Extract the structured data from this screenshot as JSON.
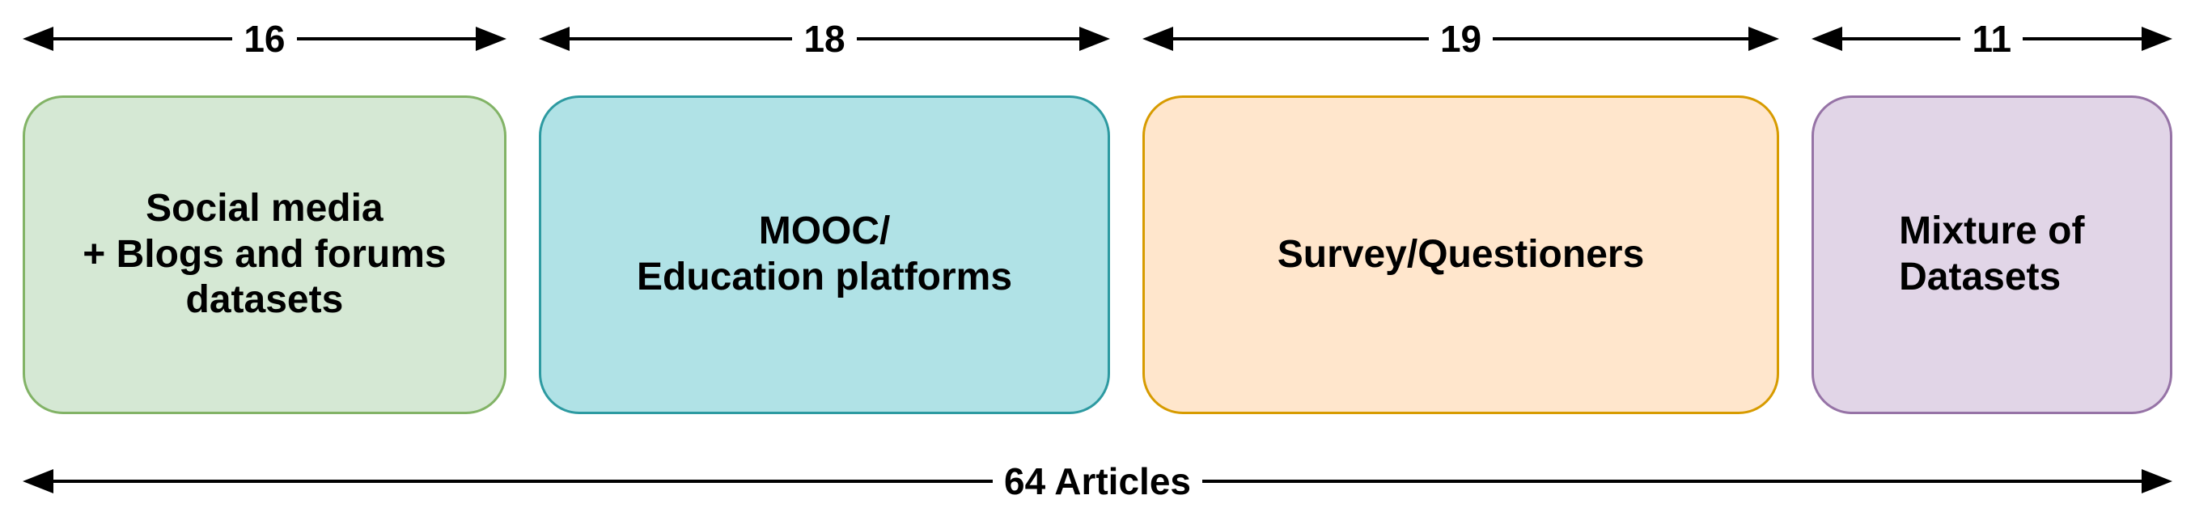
{
  "diagram": {
    "background_color": "#ffffff",
    "line_color": "#000000",
    "text_color": "#000000",
    "total_arrow": {
      "label": "64 Articles"
    },
    "groups": [
      {
        "id": "social-media",
        "count": "16",
        "lines": [
          "Social media",
          "+ Blogs and forums",
          "datasets"
        ],
        "fill": "#d5e8d4",
        "stroke": "#82b366",
        "text_align": "center"
      },
      {
        "id": "mooc",
        "count": "18",
        "lines": [
          "MOOC/",
          "Education platforms"
        ],
        "fill": "#b0e2e6",
        "stroke": "#2d9aa1",
        "text_align": "center"
      },
      {
        "id": "survey",
        "count": "19",
        "lines": [
          "Survey/Questioners"
        ],
        "fill": "#ffe6cc",
        "stroke": "#d79b00",
        "text_align": "center"
      },
      {
        "id": "mixture",
        "count": "11",
        "lines": [
          "Mixture of",
          "Datasets"
        ],
        "fill": "#e1d5e7",
        "stroke": "#9673a6",
        "text_align": "left"
      }
    ]
  }
}
